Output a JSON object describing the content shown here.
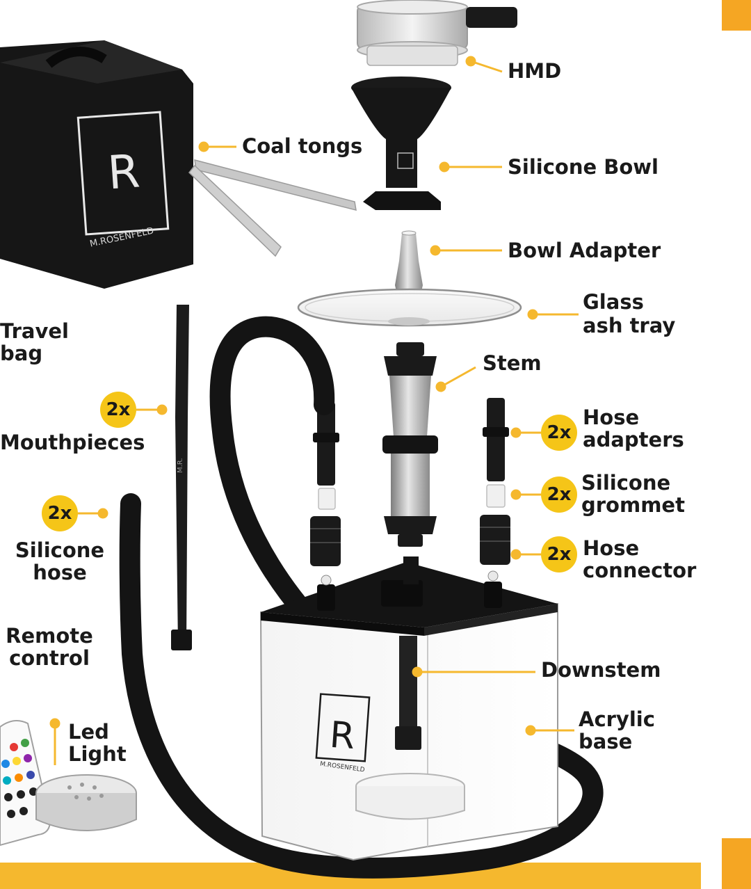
{
  "labels": {
    "hmd": "HMD",
    "coal_tongs": "Coal tongs",
    "silicone_bowl": "Silicone Bowl",
    "bowl_adapter": "Bowl Adapter",
    "glass_ash_tray_1": "Glass",
    "glass_ash_tray_2": "ash tray",
    "stem": "Stem",
    "travel_bag_1": "Travel",
    "travel_bag_2": "bag",
    "mouthpieces": "Mouthpieces",
    "hose_adapters_1": "Hose",
    "hose_adapters_2": "adapters",
    "silicone_grommet_1": "Silicone",
    "silicone_grommet_2": "grommet",
    "hose_connector_1": "Hose",
    "hose_connector_2": "connector",
    "silicone_hose_1": "Silicone",
    "silicone_hose_2": "hose",
    "remote_control_1": "Remote",
    "remote_control_2": "control",
    "downstem": "Downstem",
    "acrylic_base_1": "Acrylic",
    "acrylic_base_2": "base",
    "led_light_1": "Led",
    "led_light_2": "Light"
  },
  "badges": {
    "mouthpieces": "2x",
    "silicone_hose": "2x",
    "hose_adapters": "2x",
    "silicone_grommet": "2x",
    "hose_connector": "2x"
  },
  "brand": {
    "monogram": "R",
    "name": "M.ROSENFELD"
  },
  "colors": {
    "accent": "#F5C518",
    "leader": "#F5B82E",
    "edge_bar": "#F5A623",
    "product_black": "#1a1a1a",
    "text": "#1a1a1a"
  }
}
